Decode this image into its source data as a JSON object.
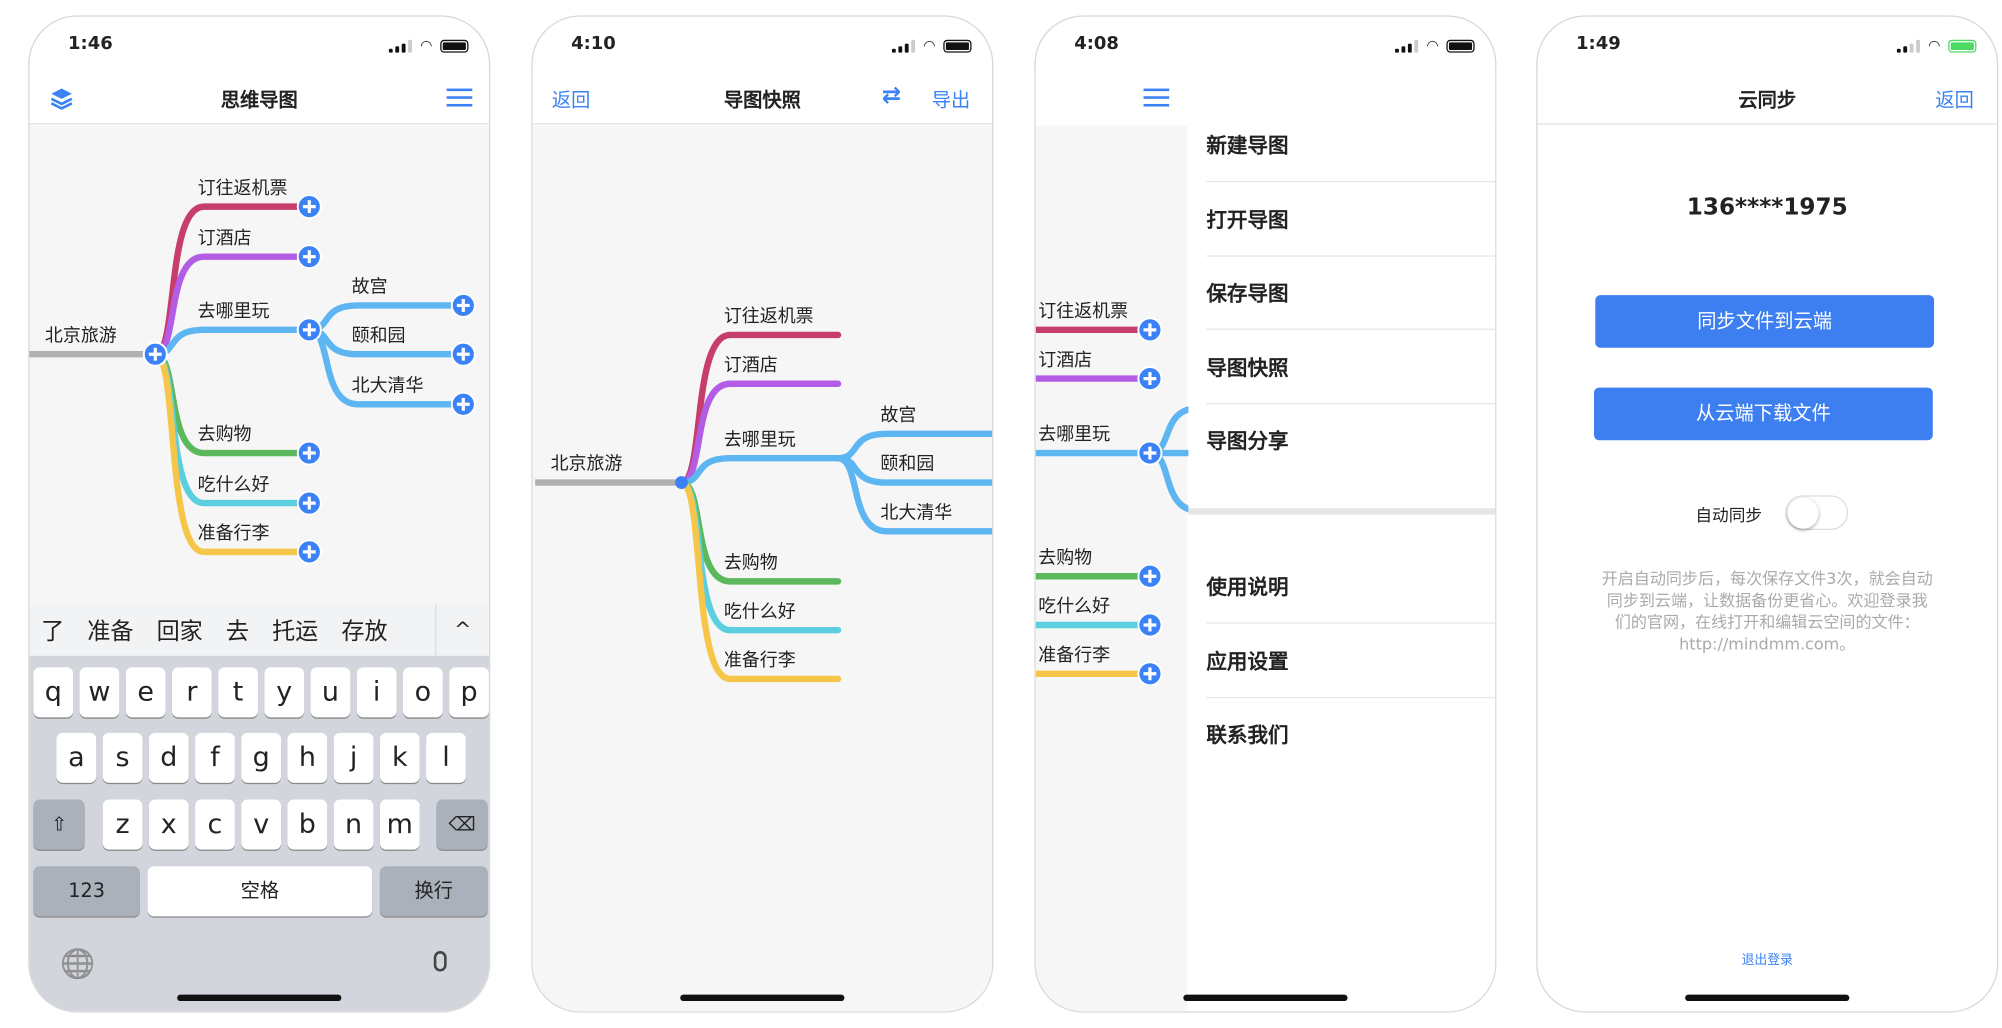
{
  "colors": {
    "accent": "#3b82f6",
    "branches": [
      "#c83e6a",
      "#b35de6",
      "#5db6f2",
      "#5cb85c",
      "#5bcfe0",
      "#f5c64a"
    ],
    "root_line": "#b0b0b0",
    "button": "#3d7ff0",
    "charging": "#4cd964"
  },
  "mindmap": {
    "root": "北京旅游",
    "branches": [
      "订往返机票",
      "订酒店",
      "去哪里玩",
      "去购物",
      "吃什么好",
      "准备行李"
    ],
    "sub": [
      "故宫",
      "颐和园",
      "北大清华"
    ]
  },
  "screen1": {
    "time": "1:46",
    "title": "思维导图",
    "left_icon": "layers-icon",
    "right_icon": "menu-icon",
    "suggestions": [
      "了",
      "准备",
      "回家",
      "去",
      "托运",
      "存放"
    ],
    "collapse": "^",
    "keys": {
      "row1": [
        "q",
        "w",
        "e",
        "r",
        "t",
        "y",
        "u",
        "i",
        "o",
        "p"
      ],
      "row2": [
        "a",
        "s",
        "d",
        "f",
        "g",
        "h",
        "j",
        "k",
        "l"
      ],
      "row3": [
        "z",
        "x",
        "c",
        "v",
        "b",
        "n",
        "m"
      ],
      "shift": "⇧",
      "delete": "⌫",
      "numbers": "123",
      "space": "空格",
      "return": "换行",
      "globe": "globe-icon",
      "mic": "mic-icon"
    }
  },
  "screen2": {
    "time": "4:10",
    "back": "返回",
    "title": "导图快照",
    "sync_icon": "sync-icon",
    "export": "导出"
  },
  "screen3": {
    "time": "4:08",
    "menu": [
      "新建导图",
      "打开导图",
      "保存导图",
      "导图快照",
      "导图分享",
      "使用说明",
      "应用设置",
      "联系我们"
    ]
  },
  "screen4": {
    "time": "1:49",
    "title": "云同步",
    "back": "返回",
    "account": "136****1975",
    "upload": "同步文件到云端",
    "download": "从云端下载文件",
    "auto_sync": "自动同步",
    "auto_sync_on": false,
    "description": [
      "开启自动同步后，每次保存文件3次，就会自动",
      "同步到云端，让数据备份更省心。欢迎登录我",
      "们的官网，在线打开和编辑云空间的文件：",
      "http://mindmm.com。"
    ],
    "logout": "退出登录"
  }
}
